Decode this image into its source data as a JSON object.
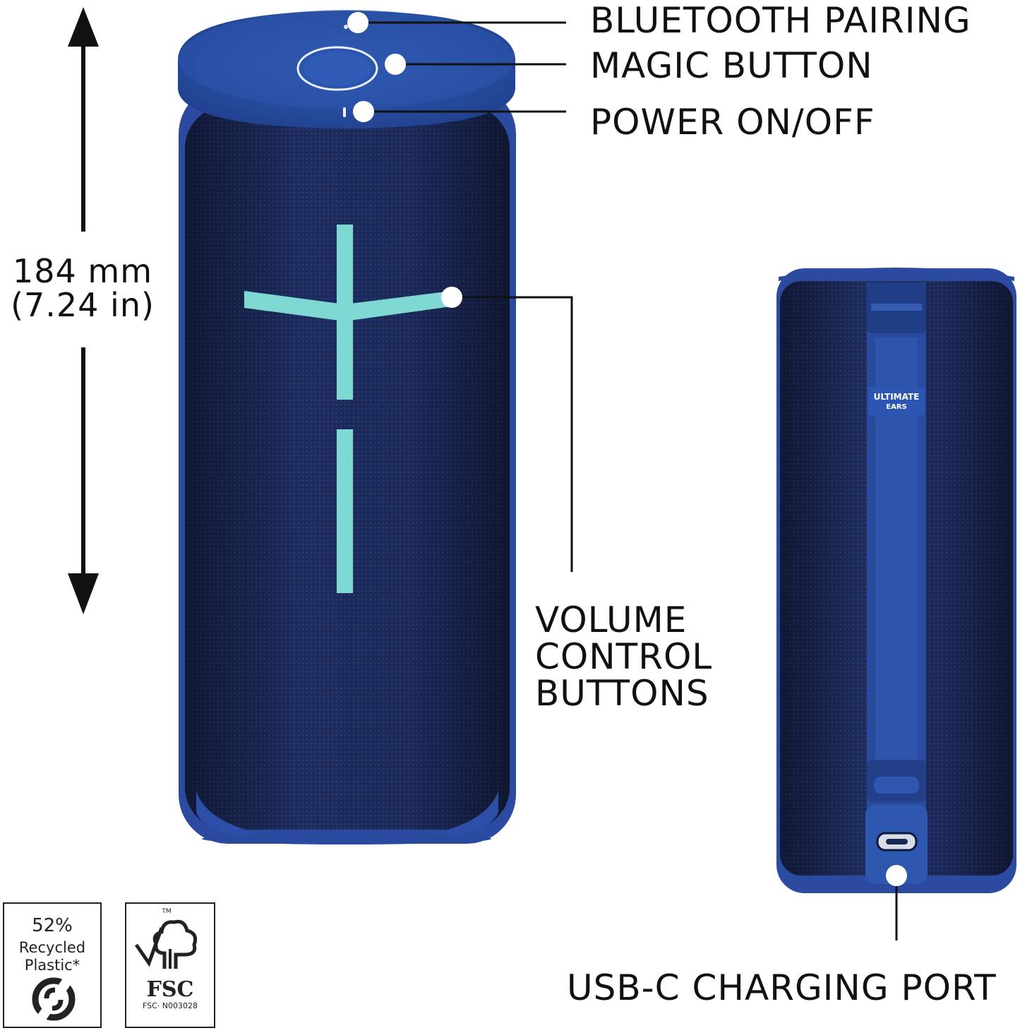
{
  "callouts": {
    "bluetooth": "BLUETOOTH PAIRING",
    "magic": "MAGIC BUTTON",
    "power": "POWER ON/OFF",
    "volume": [
      "VOLUME",
      "CONTROL",
      "BUTTONS"
    ],
    "usb": "USB-C CHARGING PORT"
  },
  "dimension": {
    "metric": "184 mm",
    "imperial": "(7.24 in)"
  },
  "strap_logo": {
    "line1": "ULTIMATE",
    "line2": "EARS"
  },
  "badges": {
    "recycled": {
      "percent": "52%",
      "line1": "Recycled",
      "line2": "Plastic*"
    },
    "fsc": {
      "name": "FSC",
      "code": "FSC· N003028",
      "tm": "TM"
    }
  },
  "colors": {
    "body_navy": "#1c2a5a",
    "cap_blue": "#2a4fa3",
    "accent_teal": "#7fd9d2"
  }
}
